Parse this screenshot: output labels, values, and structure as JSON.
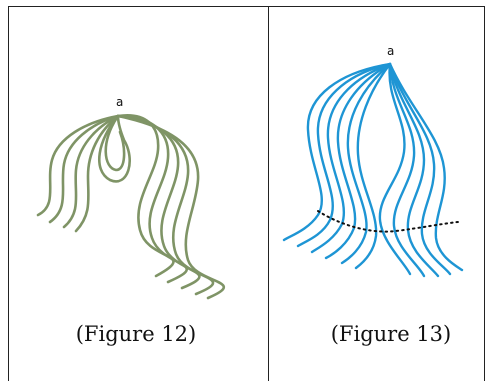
{
  "figures": [
    {
      "caption": "(Figure 12)",
      "node_label": "a",
      "stroke_color": "#7f9466"
    },
    {
      "caption": "(Figure 13)",
      "node_label": "a",
      "stroke_color": "#1e95d4"
    }
  ],
  "colors": {
    "frame": "#222222",
    "dotted_line": "#111111"
  }
}
